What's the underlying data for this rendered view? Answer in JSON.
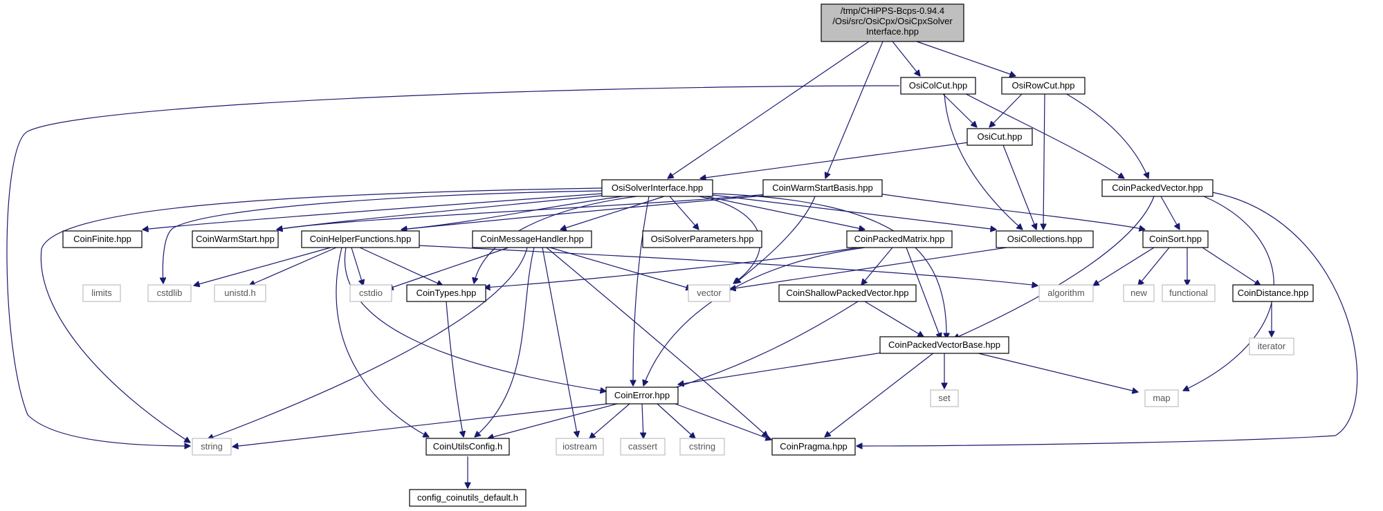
{
  "root": {
    "line1": "/tmp/CHiPPS-Bcps-0.94.4",
    "line2": "/Osi/src/OsiCpx/OsiCpxSolver",
    "line3": "Interface.hpp"
  },
  "nodes": {
    "osi_col_cut": "OsiColCut.hpp",
    "osi_row_cut": "OsiRowCut.hpp",
    "osi_cut": "OsiCut.hpp",
    "osi_solver_interface": "OsiSolverInterface.hpp",
    "coin_warm_start_basis": "CoinWarmStartBasis.hpp",
    "coin_packed_vector": "CoinPackedVector.hpp",
    "coin_finite": "CoinFinite.hpp",
    "coin_warm_start": "CoinWarmStart.hpp",
    "coin_helper_functions": "CoinHelperFunctions.hpp",
    "coin_message_handler": "CoinMessageHandler.hpp",
    "osi_solver_parameters": "OsiSolverParameters.hpp",
    "coin_packed_matrix": "CoinPackedMatrix.hpp",
    "osi_collections": "OsiCollections.hpp",
    "coin_sort": "CoinSort.hpp",
    "coin_types": "CoinTypes.hpp",
    "coin_shallow_packed_vector": "CoinShallowPackedVector.hpp",
    "coin_distance": "CoinDistance.hpp",
    "coin_packed_vector_base": "CoinPackedVectorBase.hpp",
    "coin_error": "CoinError.hpp",
    "coin_utils_config": "CoinUtilsConfig.h",
    "coin_pragma": "CoinPragma.hpp",
    "config_coinutils_default": "config_coinutils_default.h"
  },
  "system_headers": {
    "limits": "limits",
    "cstdlib": "cstdlib",
    "unistd": "unistd.h",
    "cstdio": "cstdio",
    "vector": "vector",
    "algorithm": "algorithm",
    "new": "new",
    "functional": "functional",
    "iterator": "iterator",
    "set": "set",
    "map": "map",
    "string": "string",
    "iostream": "iostream",
    "cassert": "cassert",
    "cstring": "cstring"
  },
  "colors": {
    "edge": "#191970",
    "root_fill": "#bfbfbf",
    "system_border": "#bfbfbf",
    "node_border": "#000000"
  }
}
